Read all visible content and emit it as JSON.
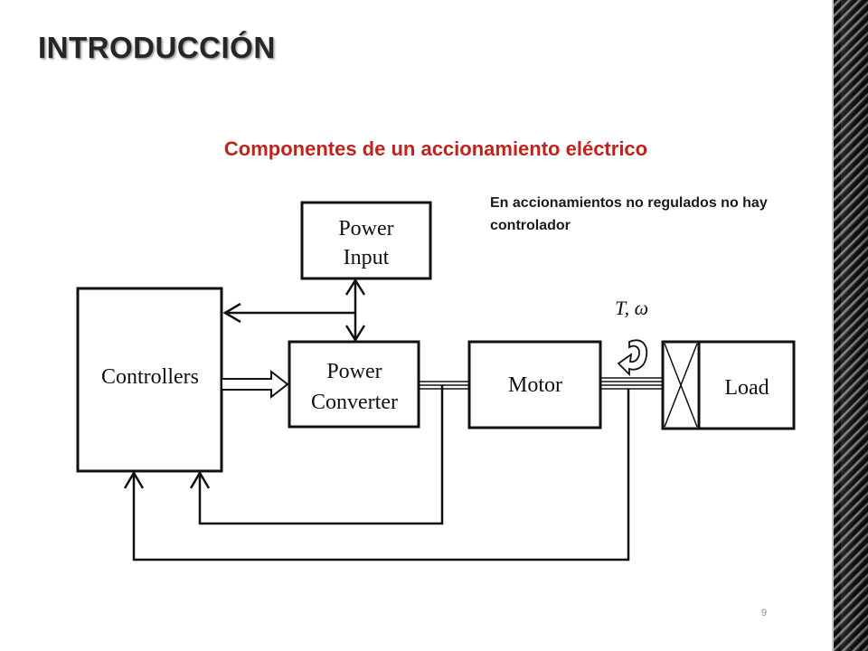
{
  "slide": {
    "title": "INTRODUCCIÓN",
    "subtitle": "Componentes de un accionamiento eléctrico",
    "note": "En accionamientos no regulados no hay controlador",
    "page_number": "9"
  },
  "diagram": {
    "blocks": {
      "power_input": [
        "Power",
        "Input"
      ],
      "controllers": "Controllers",
      "power_converter": [
        "Power",
        "Converter"
      ],
      "motor": "Motor",
      "load": "Load"
    },
    "torque_speed_label": "T, ω"
  },
  "colors": {
    "subtitle": "#c0221e",
    "title": "#262626",
    "lines": "#111111"
  }
}
